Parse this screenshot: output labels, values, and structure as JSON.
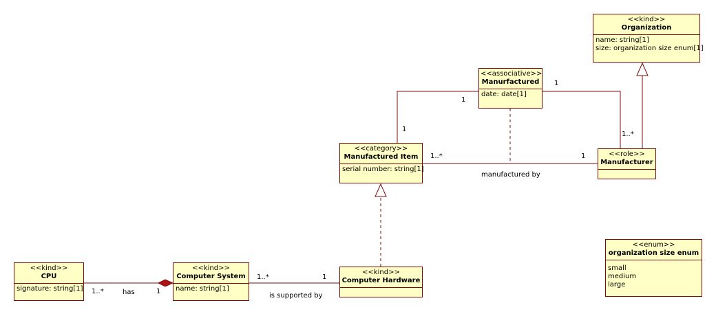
{
  "classes": {
    "organization": {
      "stereotype": "<<kind>>",
      "name": "Organization",
      "attrs": [
        "name: string[1]",
        "size: organization size enum[1]"
      ]
    },
    "manufactured": {
      "stereotype": "<<associative>>",
      "name": "Manurfactured",
      "attrs": [
        "date: date[1]"
      ]
    },
    "manufactured_item": {
      "stereotype": "<<category>>",
      "name": "Manufactured Item",
      "attrs": [
        "serial number: string[1]"
      ]
    },
    "manufacturer": {
      "stereotype": "<<role>>",
      "name": "Manufacturer",
      "attrs": []
    },
    "enum": {
      "stereotype": "<<enum>>",
      "name": "organization size enum",
      "attrs": [
        "small",
        "medium",
        "large"
      ]
    },
    "cpu": {
      "stereotype": "<<kind>>",
      "name": "CPU",
      "attrs": [
        "signature: string[1]"
      ]
    },
    "computer_system": {
      "stereotype": "<<kind>>",
      "name": "Computer System",
      "attrs": [
        "name: string[1]"
      ]
    },
    "computer_hardware": {
      "stereotype": "<<kind>>",
      "name": "Computer Hardware",
      "attrs": []
    }
  },
  "labels": {
    "manufactured_left_1": "1",
    "manufactured_item_top_1": "1",
    "manufactured_right_1": "1",
    "manufacturer_top_mult": "1..*",
    "item_side_mult": "1..*",
    "manufacturer_side_1": "1",
    "manufactured_by": "manufactured by",
    "cpu_mult": "1..*",
    "has": "has",
    "system_has_1": "1",
    "system_mult": "1..*",
    "hardware_1": "1",
    "is_supported_by": "is supported by"
  },
  "colors": {
    "line": "#7a0c0c",
    "fill": "#ffffc6"
  }
}
